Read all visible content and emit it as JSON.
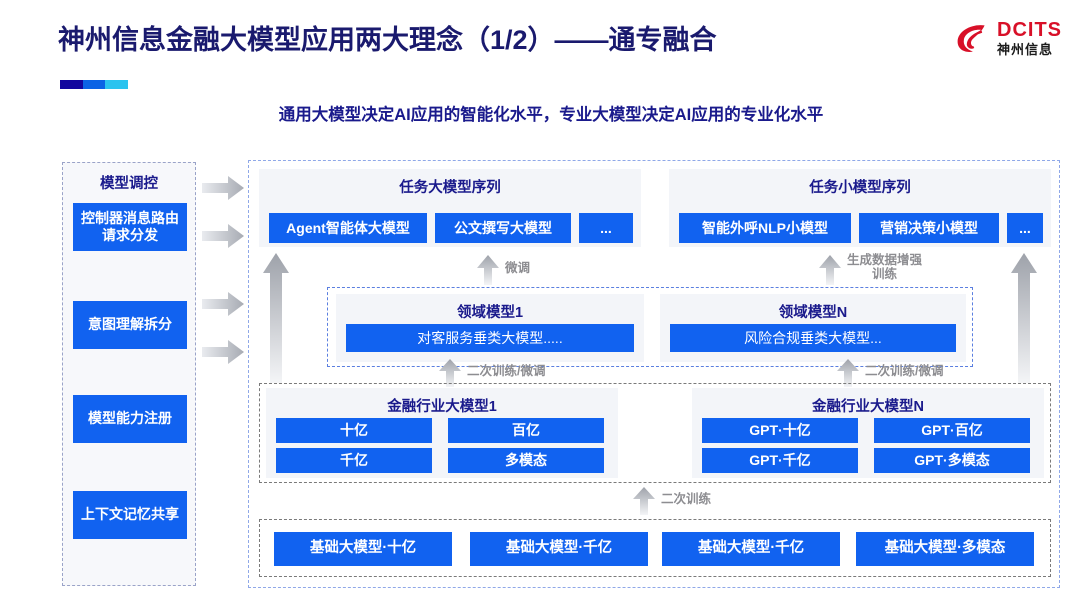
{
  "header": {
    "title": "神州信息金融大模型应用两大理念（1/2）——通专融合",
    "subtitle": "通用大模型决定AI应用的智能化水平，专业大模型决定AI应用的专业化水平",
    "logo_en": "DCITS",
    "logo_cn": "神州信息",
    "accent_colors": [
      "#12069e",
      "#0b63e5",
      "#2bc3ef"
    ],
    "brand_red": "#d81028",
    "title_color": "#1a1a6e"
  },
  "control_column": {
    "title": "模型调控",
    "items": [
      "控制器消息路由请求分发",
      "意图理解拆分",
      "模型能力注册",
      "上下文记忆共享"
    ]
  },
  "task_model_panels": [
    {
      "title": "任务大模型序列",
      "boxes": [
        "Agent智能体大模型",
        "公文撰写大模型",
        "..."
      ]
    },
    {
      "title": "任务小模型序列",
      "boxes": [
        "智能外呼NLP小模型",
        "营销决策小模型",
        "..."
      ]
    }
  ],
  "domain_model_panels": [
    {
      "title": "领域模型1",
      "box": "对客服务垂类大模型....."
    },
    {
      "title": "领域模型N",
      "box": "风险合规垂类大模型..."
    }
  ],
  "industry_model_panels": [
    {
      "title": "金融行业大模型1",
      "boxes": [
        "十亿",
        "百亿",
        "千亿",
        "多模态"
      ]
    },
    {
      "title": "金融行业大模型N",
      "boxes": [
        "GPT·十亿",
        "GPT·百亿",
        "GPT·千亿",
        "GPT·多模态"
      ]
    }
  ],
  "foundation_models": [
    "基础大模型·十亿",
    "基础大模型·千亿",
    "基础大模型·千亿",
    "基础大模型·多模态"
  ],
  "flow_labels": {
    "finetune": "微调",
    "data_aug": "生成数据增强\n训练",
    "data_aug_line1": "生成数据增强",
    "data_aug_line2": "训练",
    "retrain_finetune_left": "二次训练/微调",
    "retrain_finetune_right": "二次训练/微调",
    "retrain": "二次训练"
  },
  "colors": {
    "box_blue": "#1162f0",
    "panel_bg": "#f3f5f9",
    "dashed_blue": "#8fa8e8",
    "arrow_gray": "#b9bcc2"
  }
}
